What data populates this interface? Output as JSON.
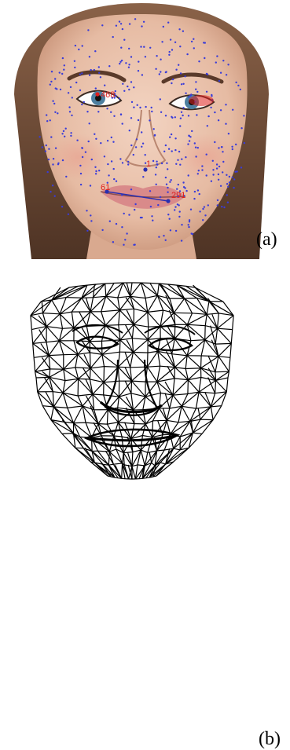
{
  "figure": {
    "panel_a": {
      "label": "(a)",
      "landmark_labels": [
        "468",
        "1",
        "61",
        "291"
      ]
    },
    "panel_b": {
      "label": "(b)"
    },
    "colors": {
      "landmark_dot": "#3a3cd8",
      "landmark_highlight": "#e0201e",
      "mesh_line": "#000000",
      "skin": "#e9c2ab",
      "hair": "#6b4a36"
    }
  }
}
